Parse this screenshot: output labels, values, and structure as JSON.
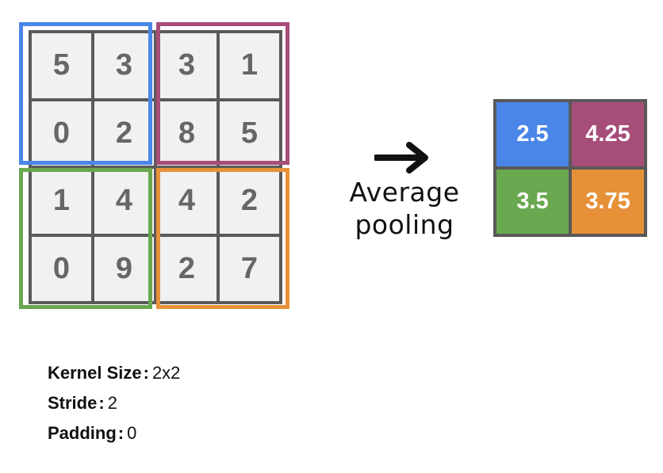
{
  "input_matrix": {
    "rows": [
      [
        "5",
        "3",
        "3",
        "1"
      ],
      [
        "0",
        "2",
        "8",
        "5"
      ],
      [
        "1",
        "4",
        "4",
        "2"
      ],
      [
        "0",
        "9",
        "2",
        "7"
      ]
    ]
  },
  "pooling_windows": [
    {
      "color": "#4a86e8"
    },
    {
      "color": "#a64d79"
    },
    {
      "color": "#6aa84f"
    },
    {
      "color": "#e69138"
    }
  ],
  "operation": {
    "arrow_icon": "right-arrow-icon",
    "caption_line1": "Average",
    "caption_line2": "pooling"
  },
  "output_matrix": {
    "rows": [
      [
        {
          "value": "2.5",
          "color": "#4a86e8"
        },
        {
          "value": "4.25",
          "color": "#a64d79"
        }
      ],
      [
        {
          "value": "3.5",
          "color": "#6aa84f"
        },
        {
          "value": "3.75",
          "color": "#e69138"
        }
      ]
    ]
  },
  "params": {
    "kernel_label": "Kernel Size",
    "kernel_value": "2x2",
    "stride_label": "Stride",
    "stride_value": "2",
    "padding_label": "Padding",
    "padding_value": "0",
    "separator": ":"
  }
}
